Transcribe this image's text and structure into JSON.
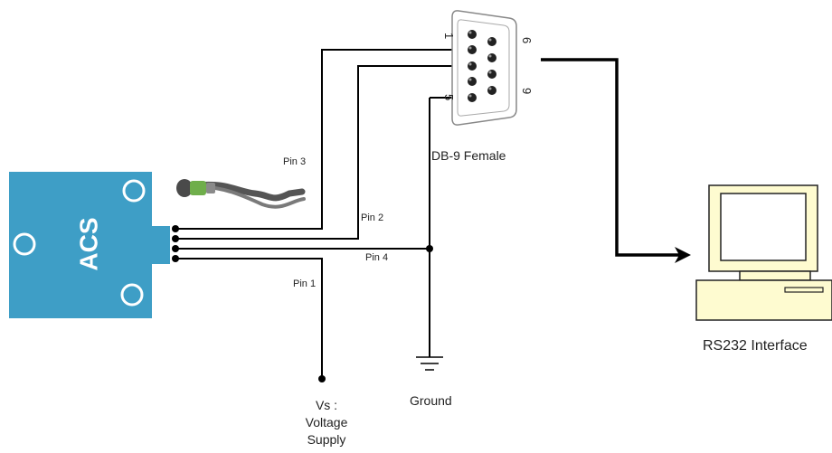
{
  "sensor": {
    "label": "ACS"
  },
  "connector": {
    "label": "DB-9 Female",
    "pin_numbers": [
      "1",
      "5",
      "6",
      "9"
    ]
  },
  "wires": {
    "pin3": "Pin 3",
    "pin2": "Pin 2",
    "pin4": "Pin 4",
    "pin1": "Pin 1"
  },
  "ground": {
    "label": "Ground"
  },
  "supply": {
    "line1": "Vs :",
    "line2": "Voltage",
    "line3": "Supply"
  },
  "computer": {
    "label": "RS232 Interface"
  },
  "colors": {
    "sensor_body": "#3e9ec6",
    "computer_face": "#fefbd0",
    "wire": "#000000"
  }
}
